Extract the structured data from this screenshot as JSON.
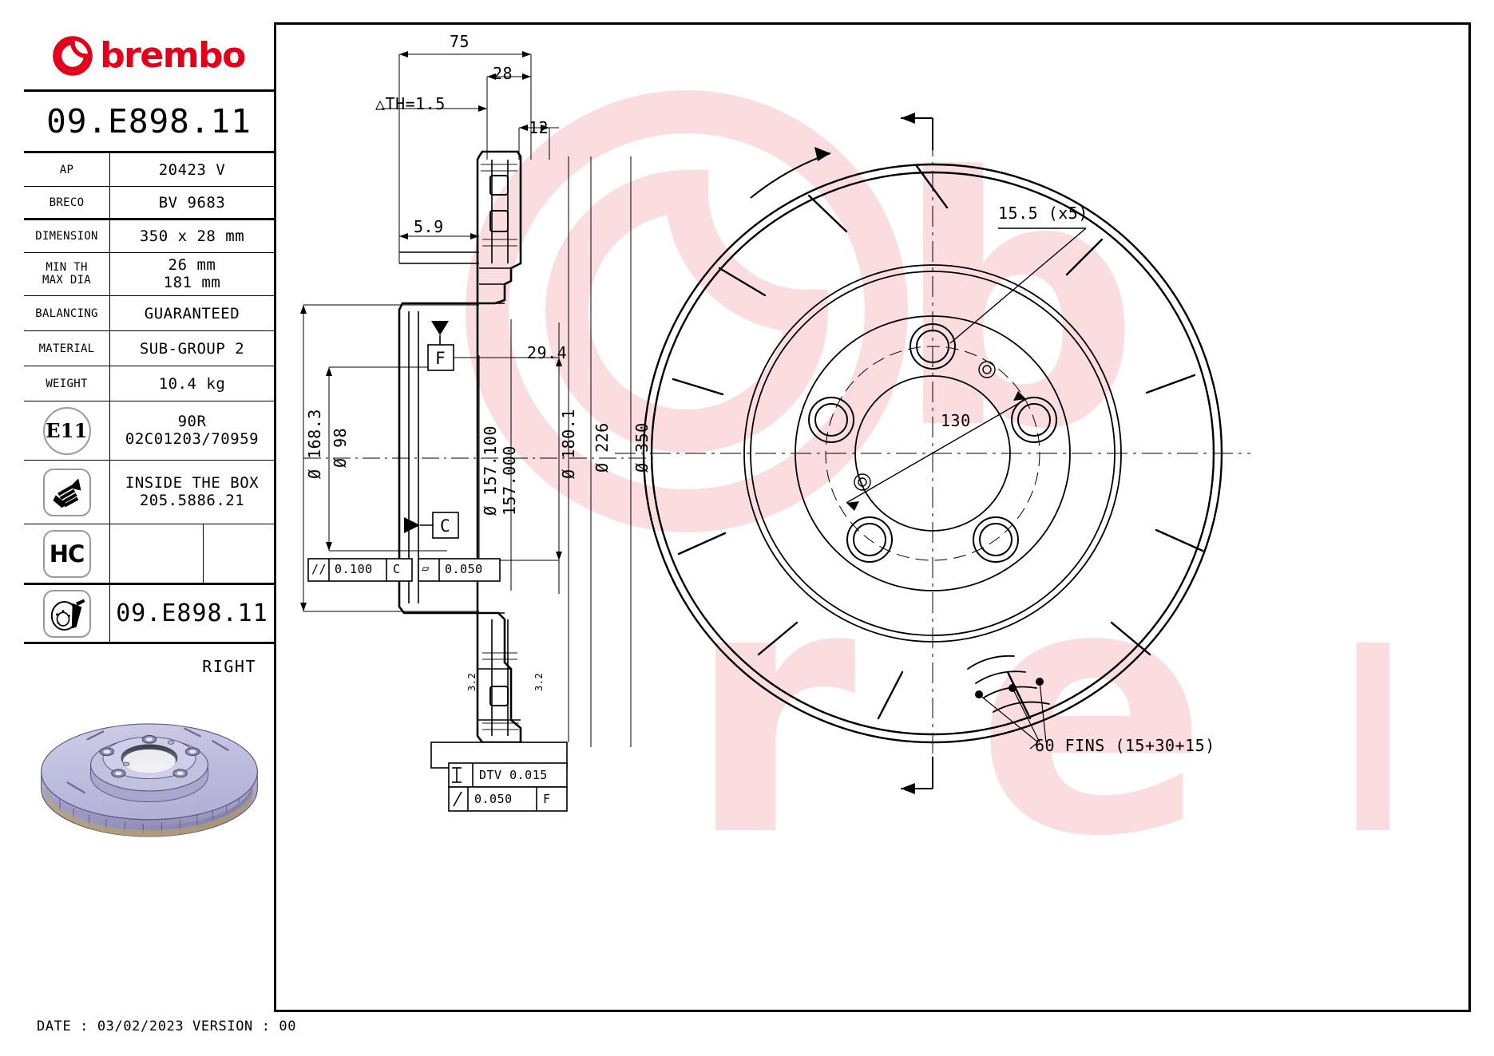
{
  "brand": {
    "name": "brembo",
    "color": "#e2001a",
    "logo_icon": "brembo-b-logo-icon"
  },
  "part": {
    "code": "09.E898.11",
    "side": "RIGHT",
    "bottom_code": "09.E898.11"
  },
  "spec_table": {
    "rows": [
      {
        "label": "AP",
        "value": "20423 V"
      },
      {
        "label": "BRECO",
        "value": "BV 9683"
      },
      {
        "label": "DIMENSION",
        "value": "350 x 28 mm"
      },
      {
        "label_line1": "MIN TH",
        "label_line2": "MAX DIA",
        "value_line1": "26  mm",
        "value_line2": "181  mm"
      },
      {
        "label": "BALANCING",
        "value": "GUARANTEED"
      },
      {
        "label": "MATERIAL",
        "value": "SUB-GROUP 2"
      },
      {
        "label": "WEIGHT",
        "value": "10.4 kg"
      }
    ],
    "homologation": {
      "icon": "e11-circle-icon",
      "badge": "E11",
      "line1": "90R",
      "line2": "02C01203/70959"
    },
    "screws": {
      "icon": "screw-icon",
      "line1": "INSIDE THE BOX",
      "line2": "205.5886.21"
    },
    "hc": {
      "icon": "hc-badge-icon",
      "badge": "HC",
      "value": ""
    },
    "disc_row": {
      "icon": "brake-disc-pad-icon",
      "value": "09.E898.11"
    }
  },
  "footer": {
    "date_version": "DATE : 03/02/2023 VERSION : 00"
  },
  "section_view": {
    "title": "cross-section",
    "dims": {
      "overall_width": "75",
      "hub_width": "28",
      "inner_step": "12",
      "th_tolerance": "△TH=1.5",
      "flange_th": "5.9",
      "vane_height": "29.4",
      "dia_168": "Ø 168.3",
      "dia_98": "Ø 98",
      "dia_157_upper": "Ø 157.100",
      "dia_157_lower": "157.000",
      "dia_180": "Ø 180.1",
      "dia_226": "Ø 226",
      "dia_350": "Ø 350",
      "small_1": "3.2",
      "small_2": "3.2"
    },
    "datums": {
      "f": "F",
      "c": "C"
    },
    "gdt_left": {
      "symbol": "//",
      "value": "0.100",
      "datum": "C"
    },
    "gdt_right": {
      "symbol": "▱",
      "value": "0.050",
      "datum": ""
    },
    "gdt_bottom_1": {
      "symbol": "⌶",
      "value": "DTV 0.015"
    },
    "gdt_bottom_2": {
      "symbol": "/",
      "value": "0.050",
      "datum": "F"
    }
  },
  "face_view": {
    "labels": {
      "bolt_hole_dia": "15.5 (x5)",
      "pcd": "130",
      "fins": "60 FINS (15+30+15)"
    },
    "rotation_arrow": "rotation-direction-arrow"
  }
}
